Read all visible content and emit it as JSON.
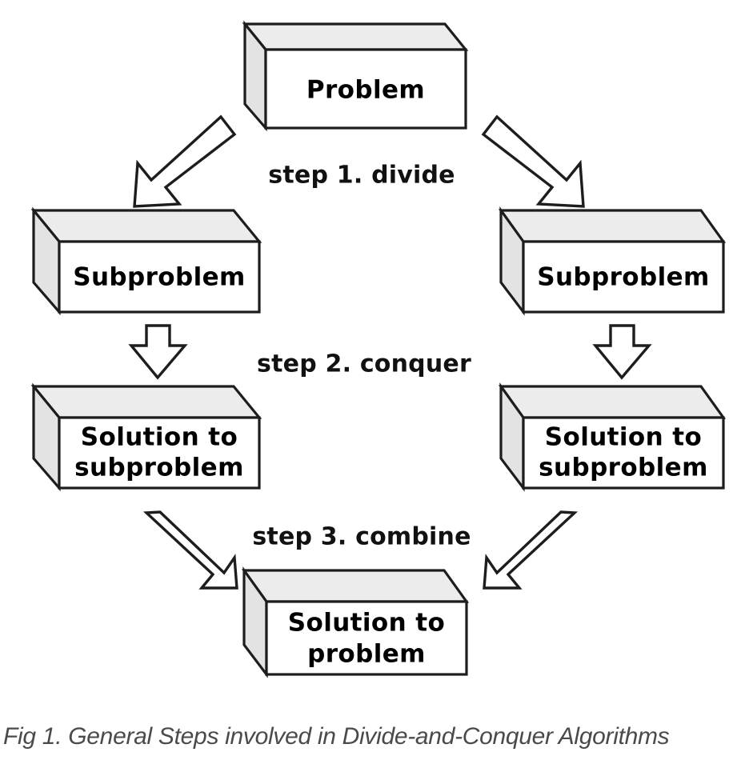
{
  "figure": {
    "caption": "Fig 1. General Steps involved in Divide-and-Conquer Algorithms",
    "background_color": "#ffffff",
    "outline_color": "#1d1d1d",
    "box_front_color": "#ffffff",
    "box_top_color": "#ececec",
    "box_side_color": "#e3e3e3",
    "caption_color": "#4a4a4a"
  },
  "nodes": {
    "problem": {
      "label": "Problem"
    },
    "subproblem_left": {
      "label": "Subproblem"
    },
    "subproblem_right": {
      "label": "Subproblem"
    },
    "solution_sub_left": {
      "line1": "Solution to",
      "line2": "subproblem"
    },
    "solution_sub_right": {
      "line1": "Solution to",
      "line2": "subproblem"
    },
    "solution_problem": {
      "line1": "Solution to",
      "line2": "problem"
    }
  },
  "steps": [
    {
      "id": "step-1",
      "label": "step 1. divide"
    },
    {
      "id": "step-2",
      "label": "step 2. conquer"
    },
    {
      "id": "step-3",
      "label": "step 3. combine"
    }
  ],
  "arrows": [
    {
      "id": "arrow-divide-left",
      "direction": "down-left"
    },
    {
      "id": "arrow-divide-right",
      "direction": "down-right"
    },
    {
      "id": "arrow-conquer-left",
      "direction": "down"
    },
    {
      "id": "arrow-conquer-right",
      "direction": "down"
    },
    {
      "id": "arrow-combine-left",
      "direction": "down-right"
    },
    {
      "id": "arrow-combine-right",
      "direction": "down-left"
    }
  ],
  "chart_data": {
    "type": "diagram",
    "title": "Fig 1. General Steps involved in Divide-and-Conquer Algorithms",
    "nodes": [
      {
        "id": "problem",
        "text": "Problem",
        "level": 0
      },
      {
        "id": "subproblem_left",
        "text": "Subproblem",
        "level": 1
      },
      {
        "id": "subproblem_right",
        "text": "Subproblem",
        "level": 1
      },
      {
        "id": "solution_sub_left",
        "text": "Solution to subproblem",
        "level": 2
      },
      {
        "id": "solution_sub_right",
        "text": "Solution to subproblem",
        "level": 2
      },
      {
        "id": "solution_problem",
        "text": "Solution to problem",
        "level": 3
      }
    ],
    "edges": [
      {
        "from": "problem",
        "to": "subproblem_left",
        "label": "step 1. divide"
      },
      {
        "from": "problem",
        "to": "subproblem_right",
        "label": "step 1. divide"
      },
      {
        "from": "subproblem_left",
        "to": "solution_sub_left",
        "label": "step 2. conquer"
      },
      {
        "from": "subproblem_right",
        "to": "solution_sub_right",
        "label": "step 2. conquer"
      },
      {
        "from": "solution_sub_left",
        "to": "solution_problem",
        "label": "step 3. combine"
      },
      {
        "from": "solution_sub_right",
        "to": "solution_problem",
        "label": "step 3. combine"
      }
    ]
  }
}
